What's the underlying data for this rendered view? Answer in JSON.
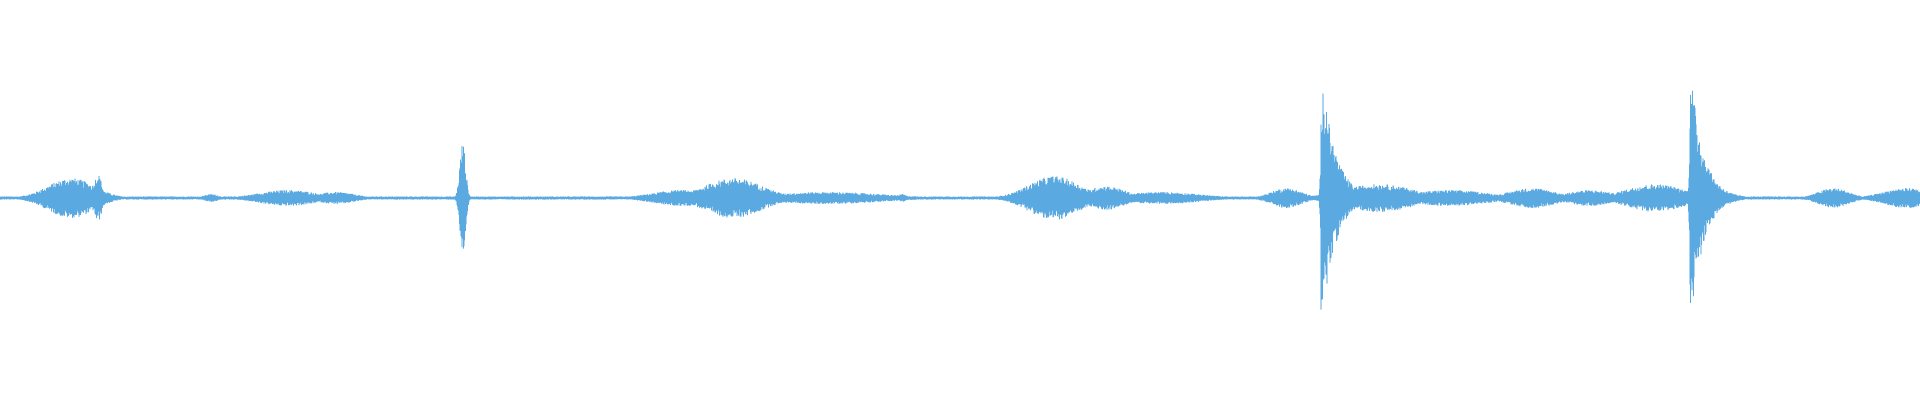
{
  "waveform": {
    "color": "#5aa9e0",
    "background": "#ffffff",
    "samples_per_pixel_note": "",
    "events": [
      {
        "center": 0.037,
        "width": 0.012,
        "amp": 0.1,
        "shape": "blob"
      },
      {
        "center": 0.051,
        "width": 0.002,
        "amp": 0.12,
        "shape": "spike"
      },
      {
        "center": 0.11,
        "width": 0.004,
        "amp": 0.02,
        "shape": "blob"
      },
      {
        "center": 0.15,
        "width": 0.015,
        "amp": 0.04,
        "shape": "blob"
      },
      {
        "center": 0.175,
        "width": 0.01,
        "amp": 0.03,
        "shape": "blob"
      },
      {
        "center": 0.241,
        "width": 0.0015,
        "amp": 0.28,
        "shape": "spike"
      },
      {
        "center": 0.355,
        "width": 0.015,
        "amp": 0.04,
        "shape": "blob"
      },
      {
        "center": 0.382,
        "width": 0.015,
        "amp": 0.1,
        "shape": "blob"
      },
      {
        "center": 0.43,
        "width": 0.03,
        "amp": 0.03,
        "shape": "blob"
      },
      {
        "center": 0.47,
        "width": 0.002,
        "amp": 0.02,
        "shape": "spike"
      },
      {
        "center": 0.549,
        "width": 0.013,
        "amp": 0.11,
        "shape": "blob"
      },
      {
        "center": 0.576,
        "width": 0.01,
        "amp": 0.06,
        "shape": "blob"
      },
      {
        "center": 0.605,
        "width": 0.02,
        "amp": 0.03,
        "shape": "blob"
      },
      {
        "center": 0.67,
        "width": 0.008,
        "amp": 0.05,
        "shape": "blob"
      },
      {
        "center": 0.689,
        "width": 0.012,
        "amp": 0.58,
        "shape": "decay"
      },
      {
        "center": 0.718,
        "width": 0.018,
        "amp": 0.07,
        "shape": "blob"
      },
      {
        "center": 0.755,
        "width": 0.02,
        "amp": 0.04,
        "shape": "blob"
      },
      {
        "center": 0.798,
        "width": 0.012,
        "amp": 0.05,
        "shape": "blob"
      },
      {
        "center": 0.828,
        "width": 0.012,
        "amp": 0.04,
        "shape": "blob"
      },
      {
        "center": 0.862,
        "width": 0.015,
        "amp": 0.07,
        "shape": "blob"
      },
      {
        "center": 0.881,
        "width": 0.011,
        "amp": 0.6,
        "shape": "decay"
      },
      {
        "center": 0.955,
        "width": 0.008,
        "amp": 0.05,
        "shape": "blob"
      },
      {
        "center": 0.993,
        "width": 0.012,
        "amp": 0.05,
        "shape": "blob"
      }
    ],
    "noise_floor": 0.008
  }
}
